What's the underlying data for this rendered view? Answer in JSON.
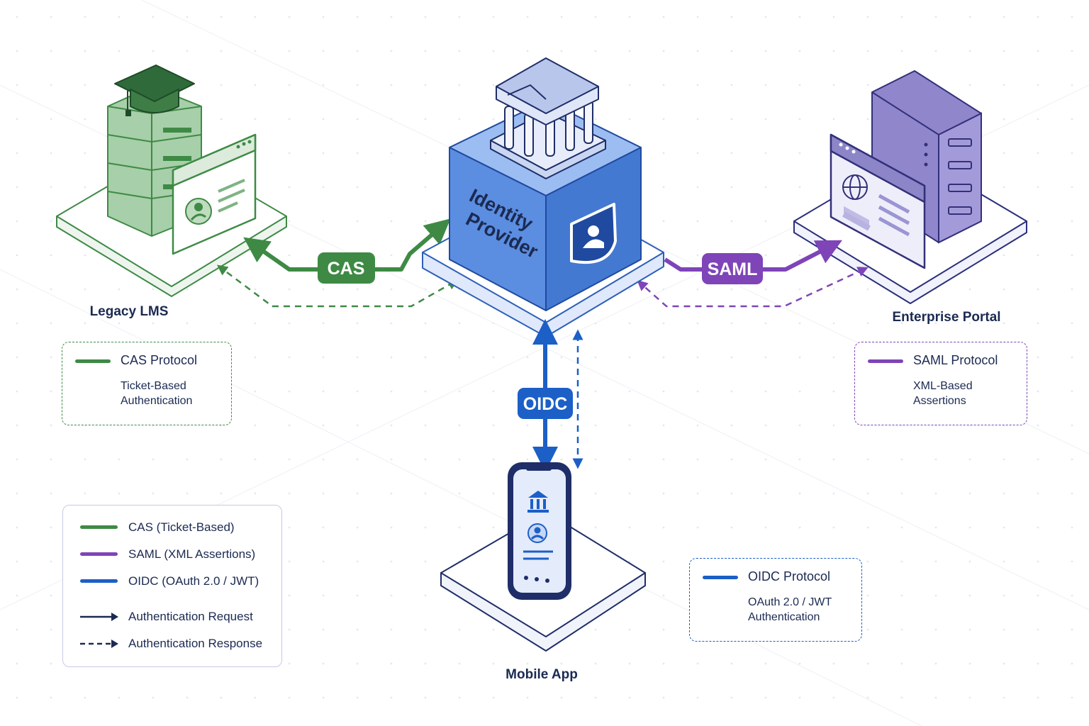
{
  "colors": {
    "cas": "#3e8a45",
    "saml": "#7e44b8",
    "oidc": "#1c5fc7",
    "navy": "#1b2a52",
    "idp_blue": "#5b8de0"
  },
  "nodes": {
    "idp": {
      "title_line1": "Identity",
      "title_line2": "Provider",
      "icons": [
        "bank-icon",
        "shield-user-icon"
      ]
    },
    "lms": {
      "label": "Legacy LMS",
      "icons": [
        "graduation-cap-icon",
        "server-icon",
        "browser-profile-icon"
      ]
    },
    "portal": {
      "label": "Enterprise Portal",
      "icons": [
        "server-icon",
        "browser-globe-icon"
      ]
    },
    "mobile": {
      "label": "Mobile App",
      "icons": [
        "phone-icon",
        "bank-icon",
        "user-icon"
      ]
    }
  },
  "connectors": {
    "cas": {
      "tag": "CAS"
    },
    "saml": {
      "tag": "SAML"
    },
    "oidc": {
      "tag": "OIDC"
    }
  },
  "info_boxes": {
    "cas": {
      "title": "CAS Protocol",
      "description": "Ticket-Based\nAuthentication"
    },
    "saml": {
      "title": "SAML Protocol",
      "description": "XML-Based\nAssertions"
    },
    "oidc": {
      "title": "OIDC Protocol",
      "description": "OAuth 2.0 / JWT\nAuthentication"
    }
  },
  "legend": {
    "items": [
      {
        "kind": "line",
        "color": "#3e8a45",
        "label": "CAS (Ticket-Based)"
      },
      {
        "kind": "line",
        "color": "#7e44b8",
        "label": "SAML (XML Assertions)"
      },
      {
        "kind": "line",
        "color": "#1c5fc7",
        "label": "OIDC (OAuth 2.0 / JWT)"
      },
      {
        "kind": "solid-arrow",
        "color": "#1b2a52",
        "label": "Authentication Request"
      },
      {
        "kind": "dashed-arrow",
        "color": "#1b2a52",
        "label": "Authentication Response"
      }
    ]
  }
}
